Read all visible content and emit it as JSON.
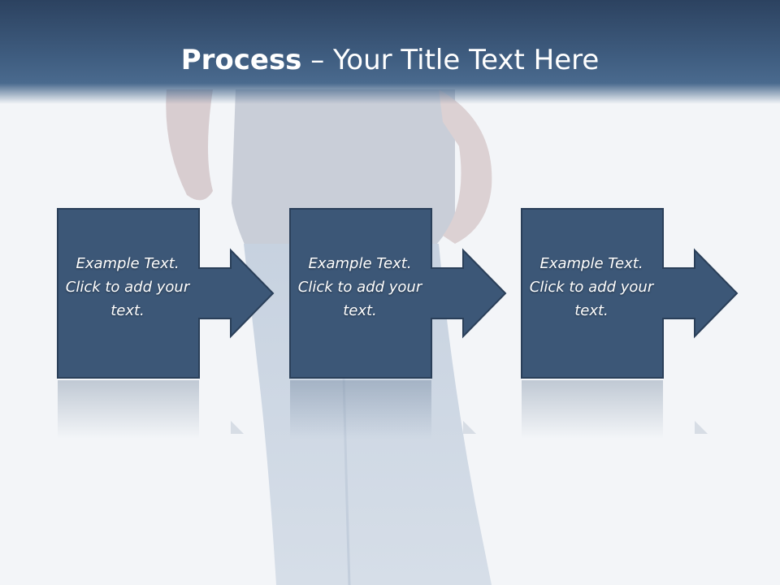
{
  "title": {
    "bold": "Process",
    "rest": " – Your Title Text Here"
  },
  "steps": [
    {
      "text": "Example Text. Click to add your text."
    },
    {
      "text": "Example Text. Click to add your text."
    },
    {
      "text": "Example Text. Click to add your text."
    }
  ],
  "colors": {
    "box_fill": "#3c5777",
    "box_stroke": "#2a3f59",
    "title_bar": "#3f5d80"
  }
}
